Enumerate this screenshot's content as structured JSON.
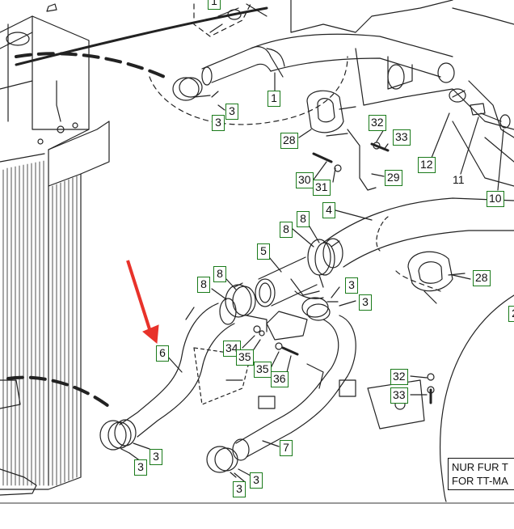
{
  "labels": {
    "top_partial": "1",
    "l1": "1",
    "l3a": "3",
    "l3b": "3",
    "l28a": "28",
    "l32a": "32",
    "l33a": "33",
    "l12": "12",
    "l11": "11",
    "l10": "10",
    "l30": "30",
    "l31": "31",
    "l29": "29",
    "l4": "4",
    "l8a": "8",
    "l8b": "8",
    "l5": "5",
    "l8c": "8",
    "l8d": "8",
    "l3c": "3",
    "l3d": "3",
    "l28b": "28",
    "l6": "6",
    "l34": "34",
    "l35a": "35",
    "l35b": "35",
    "l36": "36",
    "l32b": "32",
    "l33b": "33",
    "l7": "7",
    "l3e": "3",
    "l3f": "3",
    "l3g": "3",
    "l3h": "3",
    "l2_partial": "2"
  },
  "note": {
    "line1": "NUR FUR T",
    "line2": "FOR TT-MA"
  },
  "colors": {
    "label_border": "#1a7a1a",
    "arrow": "#e8322a",
    "line": "#111111"
  }
}
